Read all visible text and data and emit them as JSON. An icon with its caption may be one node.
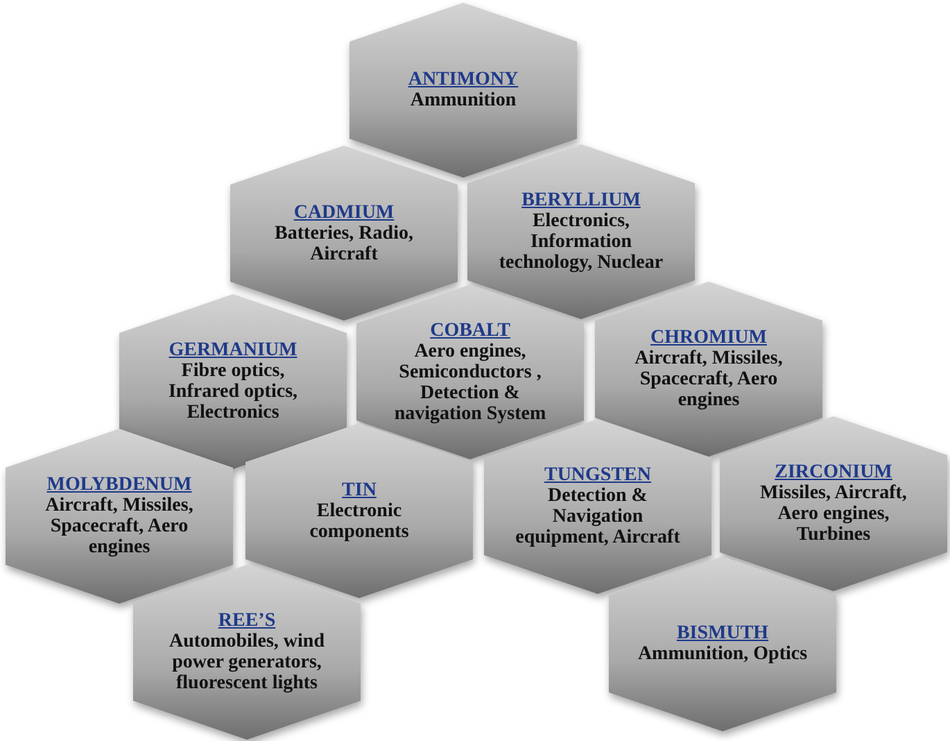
{
  "diagram": {
    "nodes": [
      {
        "text": [
          "ANTIMONY",
          "Ammunition"
        ]
      },
      {
        "text": [
          "CADMIUM",
          "Batteries, Radio, Aircraft"
        ]
      },
      {
        "text": [
          "BERYLLIUM",
          "Electronics, Information technology, Nuclear"
        ]
      },
      {
        "text": [
          "GERMANIUM",
          "Fibre optics, Infrared optics, Electronics"
        ]
      },
      {
        "text": [
          "COBALT",
          "Aero engines, Semiconductors , Detection & navigation System"
        ]
      },
      {
        "text": [
          "CHROMIUM",
          "Aircraft, Missiles, Spacecraft, Aero engines"
        ]
      },
      {
        "text": [
          "MOLYBDENUM",
          "Aircraft, Missiles, Spacecraft, Aero engines"
        ]
      },
      {
        "text": [
          "TIN",
          "Electronic components"
        ]
      },
      {
        "text": [
          "TUNGSTEN",
          "Detection & Navigation equipment, Aircraft"
        ]
      },
      {
        "text": [
          "ZIRCONIUM",
          "Missiles, Aircraft, Aero engines, Turbines"
        ]
      },
      {
        "text": [
          "REE’S",
          "Automobiles, wind power generators, fluorescent lights"
        ]
      },
      {
        "text": [
          "BISMUTH",
          "Ammunition, Optics"
        ]
      }
    ]
  }
}
